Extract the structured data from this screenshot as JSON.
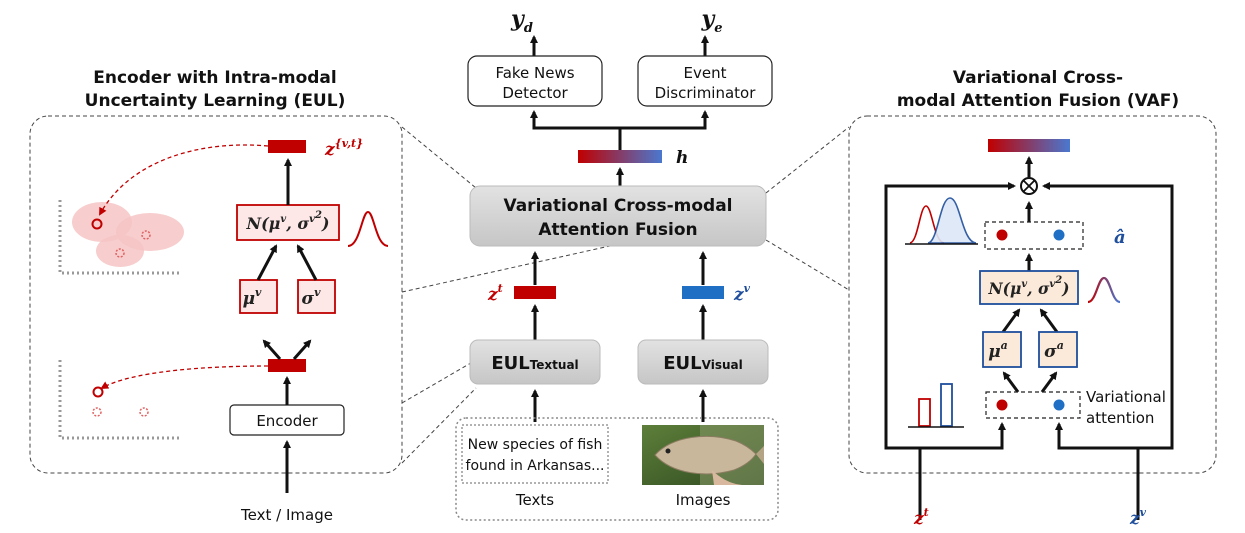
{
  "left_panel": {
    "title_line1": "Encoder with Intra-modal",
    "title_line2": "Uncertainty Learning (EUL)",
    "latent_label": "z",
    "latent_sup": "{v,t}",
    "normal_box": "N(μ",
    "normal_mid": ", σ",
    "normal_end": ")",
    "mu_label": "μ",
    "sigma_label": "σ",
    "sup_v": "v",
    "sup_v2": "v",
    "sq": "2",
    "encoder_label": "Encoder",
    "input_label": "Text / Image"
  },
  "center": {
    "out_d": "y",
    "out_d_sub": "d",
    "out_e": "y",
    "out_e_sub": "e",
    "detector_line1": "Fake News",
    "detector_line2": "Detector",
    "discriminator_line1": "Event",
    "discriminator_line2": "Discriminator",
    "h_label": "h",
    "fusion_line1": "Variational Cross-modal",
    "fusion_line2": "Attention Fusion",
    "zt": "z",
    "zt_sup": "t",
    "zv": "z",
    "zv_sup": "v",
    "eul_text_main": "EUL",
    "eul_text_sub": "Textual",
    "eul_vis_main": "EUL",
    "eul_vis_sub": "Visual",
    "text_sample_line1": "New species of fish",
    "text_sample_line2": "found in Arkansas...",
    "texts_label": "Texts",
    "images_label": "Images"
  },
  "right_panel": {
    "title_line1": "Variational Cross-",
    "title_line2": "modal Attention Fusion (VAF)",
    "a_hat": "â",
    "normal_box": "N(μ",
    "normal_mid": ", σ",
    "normal_end": ")",
    "sup_v": "v",
    "sup_v2": "v",
    "sq": "2",
    "mu_label": "μ",
    "sigma_label": "σ",
    "sup_a": "a",
    "sup_a2": "a",
    "attn_line1": "Variational",
    "attn_line2": "attention",
    "zt": "z",
    "zt_sup": "t",
    "zv": "z",
    "zv_sup": "v"
  },
  "colors": {
    "red": "#c00000",
    "blue": "#1f6fc5",
    "gray_box": "#d4d4d4"
  }
}
